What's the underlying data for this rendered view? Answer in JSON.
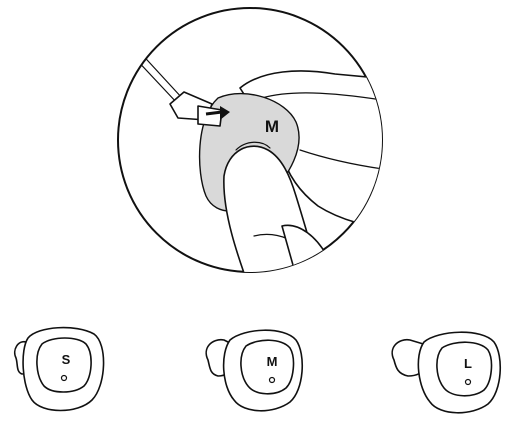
{
  "detail": {
    "tip_size_label": "M"
  },
  "sizes": [
    {
      "label": "S"
    },
    {
      "label": "M"
    },
    {
      "label": "L"
    }
  ],
  "colors": {
    "line": "#111111",
    "fill": "#ffffff",
    "shade": "#d9d9d9"
  }
}
